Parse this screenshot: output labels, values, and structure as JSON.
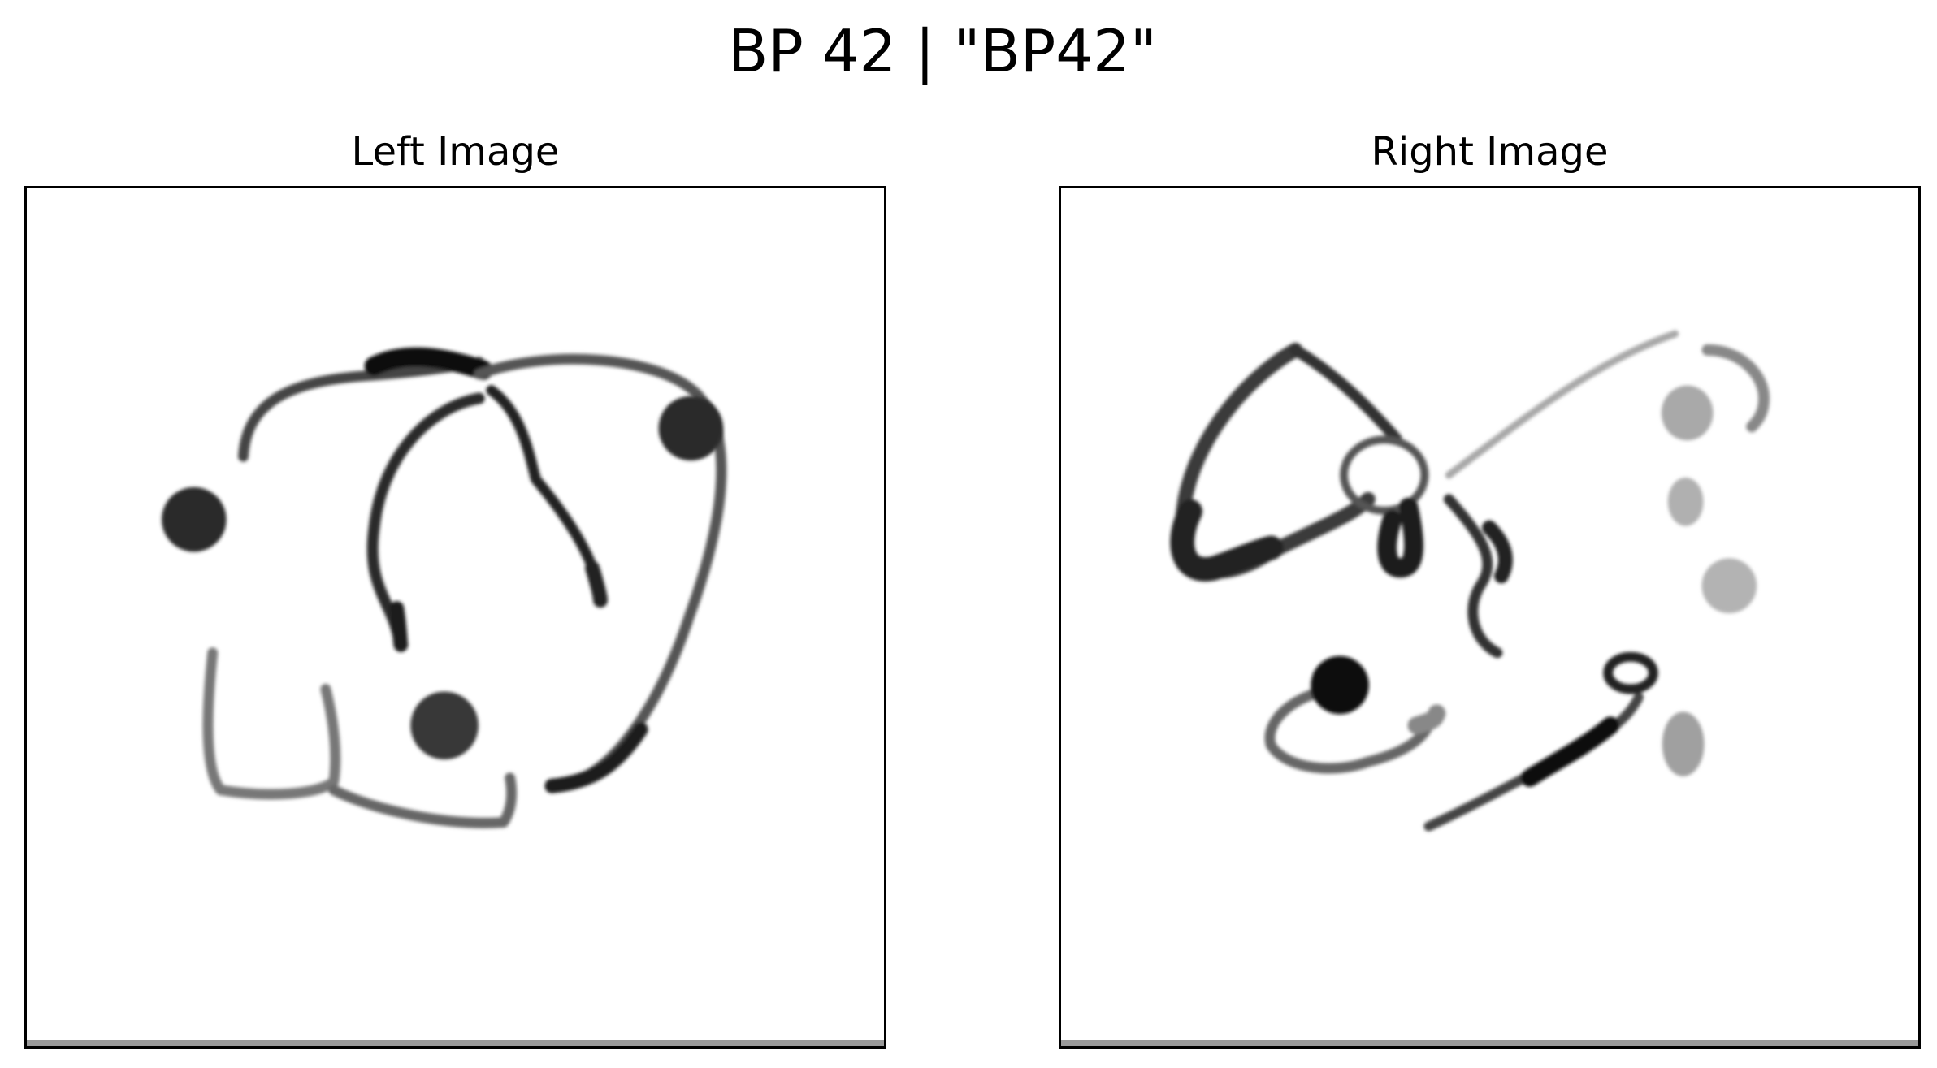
{
  "figure": {
    "title": "BP 42 | \"BP42\""
  },
  "panels": {
    "left": {
      "title": "Left Image"
    },
    "right": {
      "title": "Right Image"
    }
  },
  "colors": {
    "background": "#ffffff",
    "frame": "#000000",
    "ink_dark": "#1a1a1a",
    "ink_mid": "#555555",
    "ink_light": "#a8a8a8",
    "bottom_strip": "#9a9a9a"
  }
}
